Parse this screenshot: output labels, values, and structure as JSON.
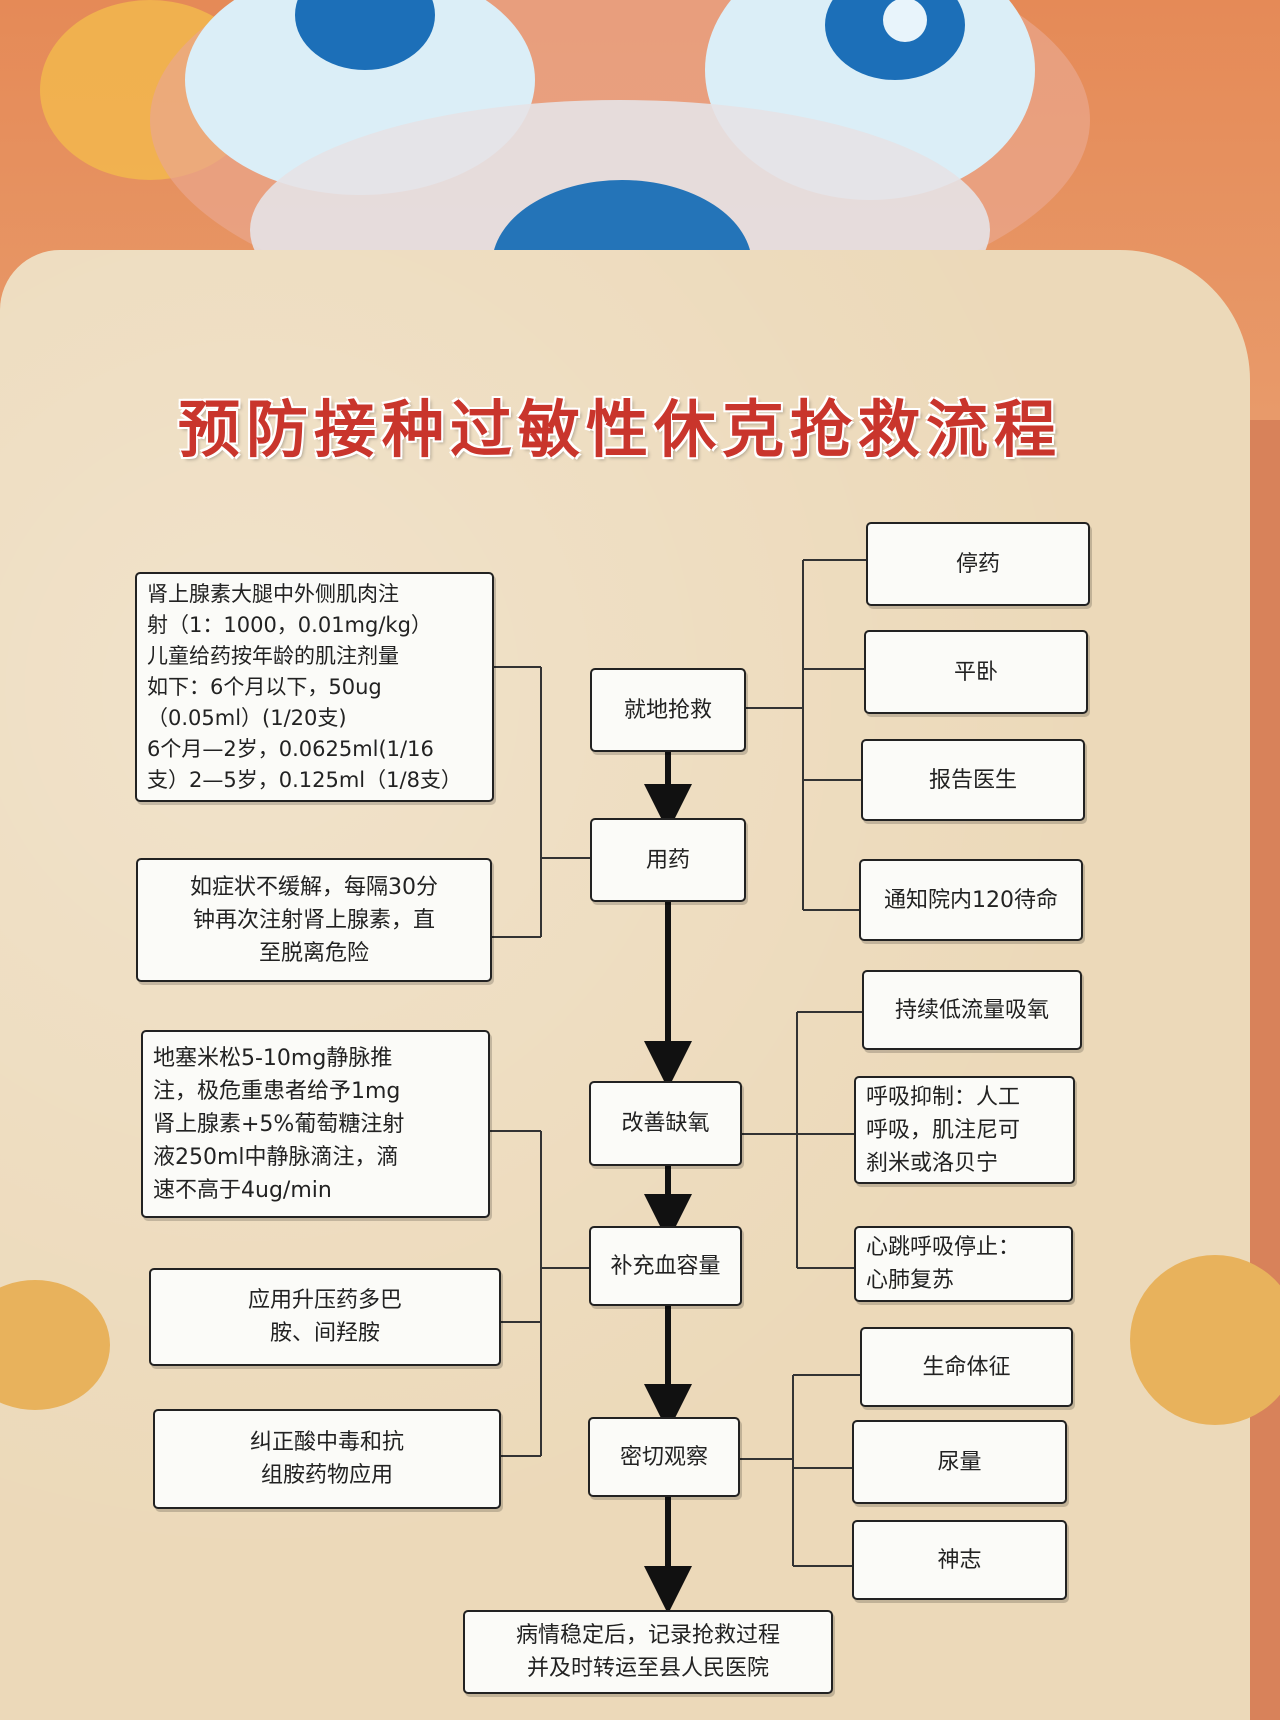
{
  "title": "预防接种过敏性休克抢救流程",
  "colors": {
    "background": "#d8825a",
    "card": "#ecd9b9",
    "title": "#c9352c",
    "box_fill": "#fbfbf8",
    "line": "#222222"
  },
  "flow": {
    "main_steps": [
      "就地抢救",
      "用药",
      "改善缺氧",
      "补充血容量",
      "密切观察"
    ],
    "final": "病情稳定后，记录抢救过程\n并及时转运至县人民医院"
  },
  "on_site_actions": [
    "停药",
    "平卧",
    "报告医生",
    "通知院内120待命"
  ],
  "medication_notes": [
    "肾上腺素大腿中外侧肌肉注\n射（1：1000，0.01mg/kg）\n儿童给药按年龄的肌注剂量\n如下：6个月以下，50ug\n（0.05ml）(1/20支)\n6个月—2岁，0.0625ml(1/16\n支）2—5岁，0.125ml（1/8支）",
    "如症状不缓解，每隔30分\n钟再次注射肾上腺素，直\n至脱离危险"
  ],
  "oxygen_actions": [
    "持续低流量吸氧",
    "呼吸抑制：人工\n呼吸，肌注尼可\n刹米或洛贝宁",
    "心跳呼吸停止：\n心肺复苏"
  ],
  "volume_notes": [
    "地塞米松5-10mg静脉推\n注，极危重患者给予1mg\n肾上腺素+5%葡萄糖注射\n液250ml中静脉滴注，滴\n速不高于4ug/min",
    "应用升压药多巴\n胺、间羟胺",
    "纠正酸中毒和抗\n组胺药物应用"
  ],
  "observation_items": [
    "生命体征",
    "尿量",
    "神志"
  ]
}
